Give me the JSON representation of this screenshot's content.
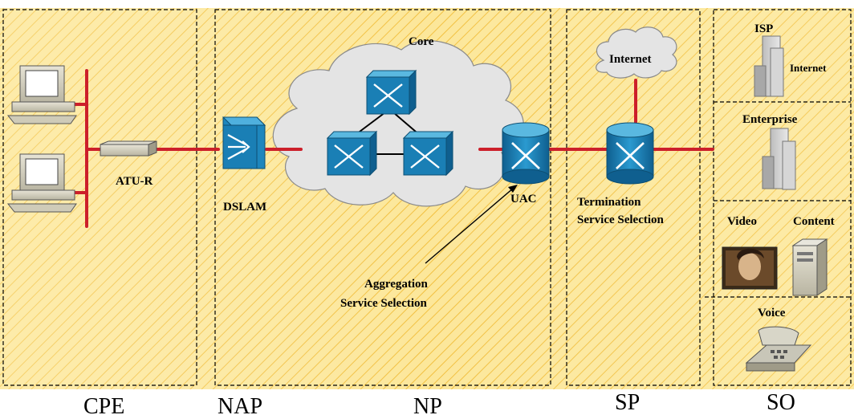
{
  "sections": [
    {
      "id": "cpe",
      "label": "CPE"
    },
    {
      "id": "nap",
      "label": "NAP"
    },
    {
      "id": "np",
      "label": "NP"
    },
    {
      "id": "sp",
      "label": "SP"
    },
    {
      "id": "so",
      "label": "SO"
    }
  ],
  "nodes": {
    "atu_r": "ATU-R",
    "dslam": "DSLAM",
    "core": "Core",
    "uac": "UAC",
    "internet_cloud": "Internet",
    "termination_line1": "Termination",
    "termination_line2": "Service Selection",
    "aggregation_line1": "Aggregation",
    "aggregation_line2": "Service Selection"
  },
  "services": {
    "isp": "ISP",
    "isp_internet": "Internet",
    "enterprise": "Enterprise",
    "video": "Video",
    "content": "Content",
    "voice": "Voice"
  },
  "colors": {
    "background": "#fce79a",
    "hatch": "#f2c040",
    "link": "#cc1f2a",
    "device": "#1a7fb5",
    "cloud": "#e6e6e6"
  }
}
